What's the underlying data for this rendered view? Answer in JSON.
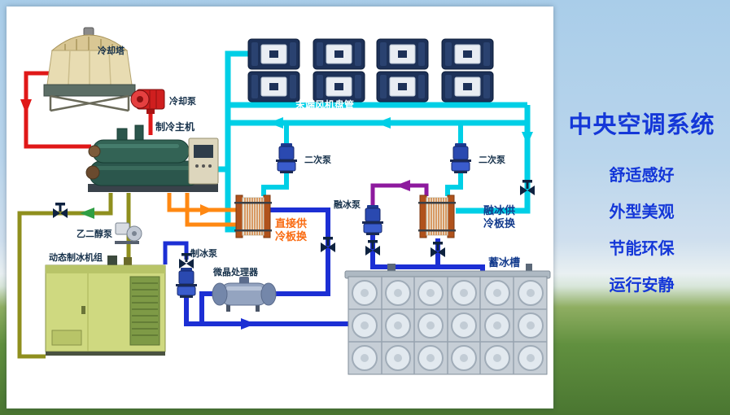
{
  "sidebar": {
    "title": "中央空调系统",
    "features": [
      "舒适感好",
      "外型美观",
      "节能环保",
      "运行安静"
    ]
  },
  "diagram": {
    "labels": {
      "cooling_tower": "冷却塔",
      "cooling_pump": "冷却泵",
      "chiller": "制冷主机",
      "fan_coil_header": "末端风机盘管",
      "secondary_pump_left": "二次泵",
      "secondary_pump_right": "二次泵",
      "melt_ice_pump": "融冰泵",
      "direct_hx_line1": "直接供",
      "direct_hx_line2": "冷板换",
      "melt_hx_line1": "融冰供",
      "melt_hx_line2": "冷板换",
      "glycol_pump": "乙二醇泵",
      "ice_making_pump": "制冰泵",
      "ice_maker_unit": "动态制冰机组",
      "crystal_processor": "微晶处理器",
      "ice_storage_tank": "蓄冰槽"
    },
    "pipe_colors": {
      "cooling_water": "#e01818",
      "chilled_water": "#00cfe6",
      "ice_water": "#1c2fd4",
      "glycol": "#8f8f1e",
      "direct_supply": "#ff8812",
      "melt_supply": "#8d1a9e"
    }
  },
  "colors": {
    "accent_blue": "#1437d8",
    "panel_bg": "#ffffff"
  }
}
